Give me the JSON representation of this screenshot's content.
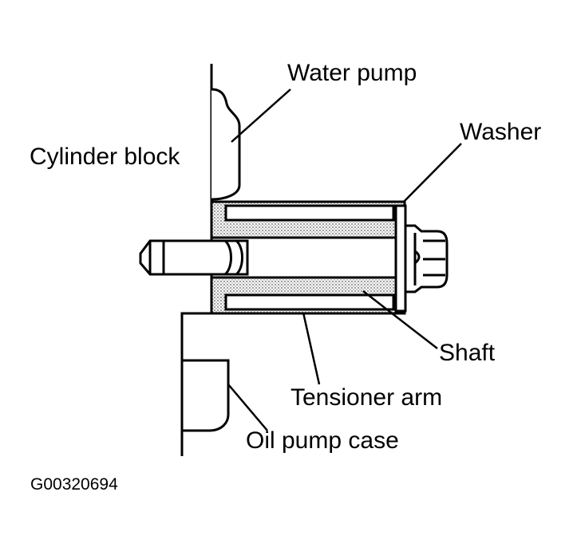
{
  "labels": {
    "water_pump": "Water pump",
    "cylinder_block": "Cylinder block",
    "washer": "Washer",
    "shaft": "Shaft",
    "tensioner_arm": "Tensioner arm",
    "oil_pump_case": "Oil pump case"
  },
  "figure_code": "G00320694",
  "colors": {
    "ink": "#000000",
    "paper": "#ffffff",
    "shading": "#bdbdbd"
  }
}
